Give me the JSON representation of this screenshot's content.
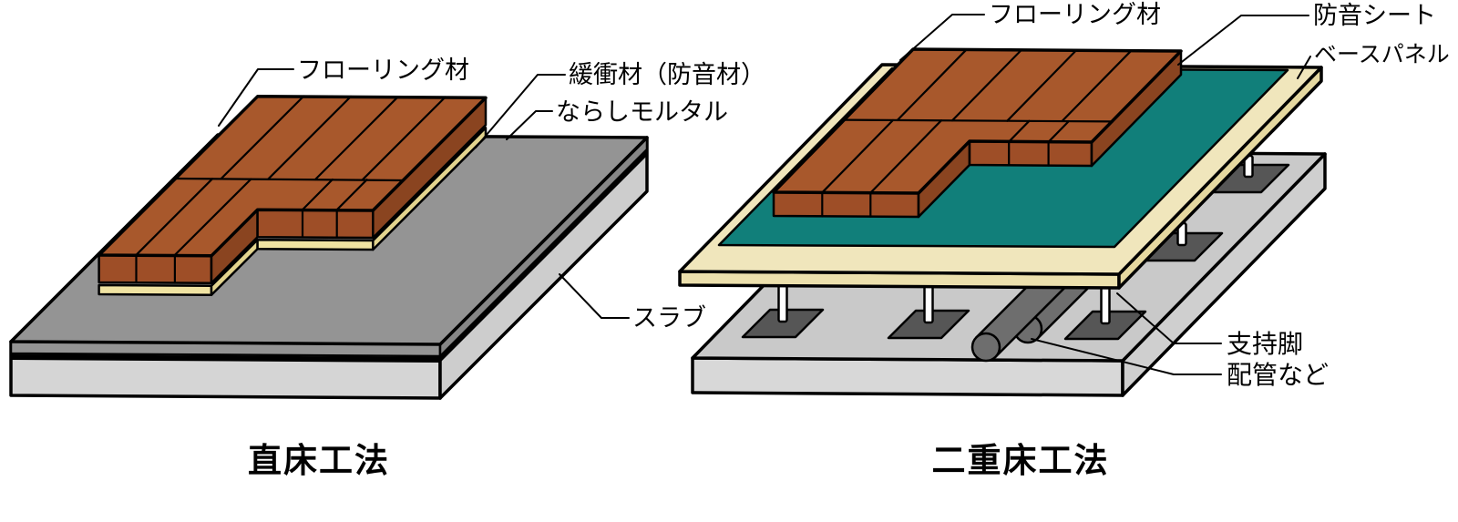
{
  "figure": {
    "left": {
      "caption": "直床工法",
      "labels": {
        "flooring": "フローリング材",
        "cushion": "緩衝材（防音材）",
        "mortar": "ならしモルタル",
        "slab": "スラブ"
      }
    },
    "right": {
      "caption": "二重床工法",
      "labels": {
        "flooring": "フローリング材",
        "sound_sheet": "防音シート",
        "base_panel": "ベースパネル",
        "support_leg": "支持脚",
        "piping": "配管など"
      }
    },
    "colors": {
      "wood_top": "#a8582c",
      "wood_front": "#9e4e27",
      "wood_side": "#8a4420",
      "cushion": "#f0e3a2",
      "cushion_dark": "#e3d48e",
      "mortar_top": "#949494",
      "mortar_side": "#868686",
      "slab_face": "#d5d5d5",
      "slab_side": "#cdcdcd",
      "right_slab_top": "#c9c9c9",
      "right_slab_front": "#d8d8d8",
      "right_slab_side": "#cfcfcf",
      "sound_sheet_teal": "#117f7a",
      "panel_top": "#f0e6bc",
      "panel_front": "#ece0ad",
      "panel_side": "#e5d8a0",
      "pad_dark": "#565656",
      "pipe_gray": "#6e6e6e",
      "post_white": "#ffffff",
      "ink": "#000000"
    }
  }
}
